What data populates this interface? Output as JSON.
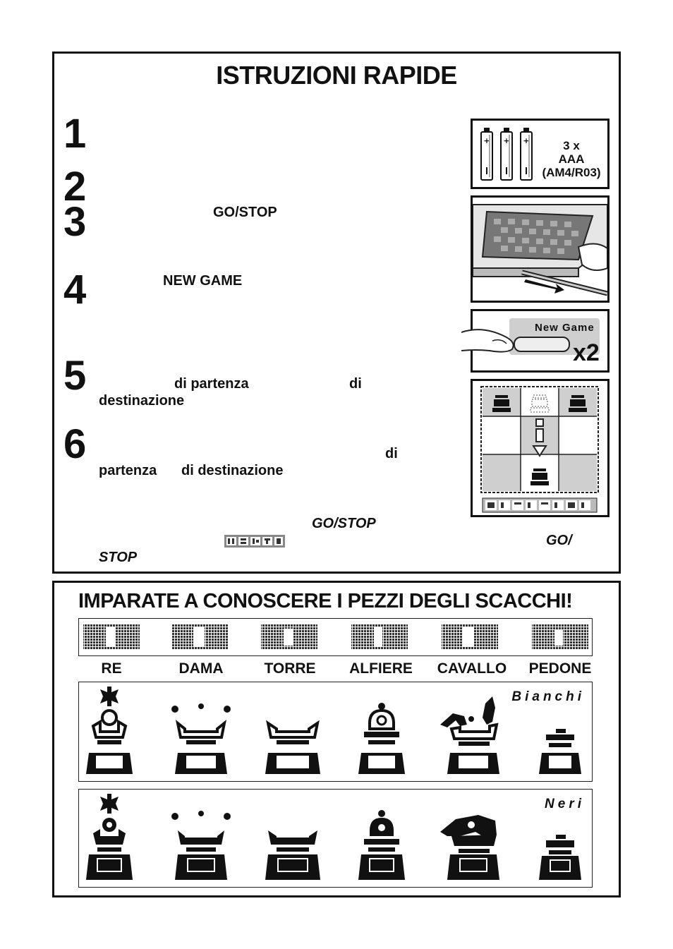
{
  "quick": {
    "title": "ISTRUZIONI RAPIDE",
    "steps": [
      "1",
      "2",
      "3",
      "4",
      "5",
      "6"
    ],
    "s3_key": "GO/STOP",
    "s4_key": "NEW GAME",
    "s5_a": "di partenza",
    "s5_b": "di",
    "s5_c": "destinazione",
    "s6_a": "di",
    "s6_b": "partenza",
    "s6_c": "di destinazione",
    "s6_d": "GO/STOP",
    "s6_e": "GO/",
    "s6_f": "STOP",
    "battery_count": "3 x",
    "battery_type": "AAA",
    "battery_code": "(AM4/R03)",
    "newgame_button": "New Game",
    "press_times": "x2"
  },
  "pieces": {
    "title": "IMPARATE A CONOSCERE I PEZZI DEGLI SCACCHI!",
    "names": [
      "RE",
      "DAMA",
      "TORRE",
      "ALFIERE",
      "CAVALLO",
      "PEDONE"
    ],
    "white_label": "Bianchi",
    "black_label": "Neri"
  }
}
